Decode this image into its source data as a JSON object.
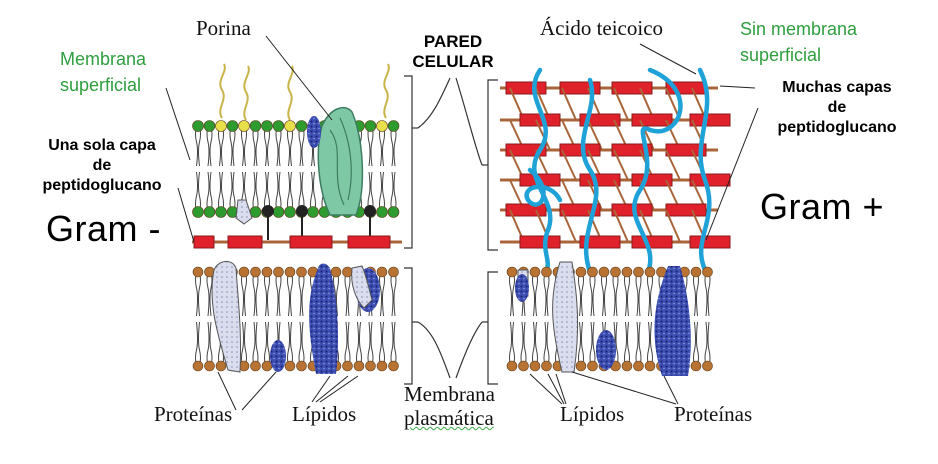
{
  "labels": {
    "porina": "Porina",
    "acido_teicoico": "Ácido teicoico",
    "pared_celular": [
      "PARED",
      "CELULAR"
    ],
    "membrana_superficial": [
      "Membrana",
      "superficial"
    ],
    "sin_membrana_superficial": [
      "Sin membrana",
      "superficial"
    ],
    "una_sola_capa": [
      "Una sola capa",
      "de",
      "peptidoglucano"
    ],
    "muchas_capas": [
      "Muchas capas",
      "de",
      "peptidoglucano"
    ],
    "gram_neg": "Gram -",
    "gram_pos": "Gram +",
    "proteinas_left": "Proteínas",
    "lipidos_left": "Lípidos",
    "membrana_plasmatica": [
      "Membrana",
      "plasmática"
    ],
    "lipidos_right": "Lípidos",
    "proteinas_right": "Proteínas"
  },
  "colors": {
    "label_green": "#2e9e3e",
    "peptidoglycan_red": "#e0202a",
    "peptidoglycan_bar": "#a9653a",
    "lipid_head": "#b87333",
    "outer_membrane_head": "#2e9b2e",
    "lps_head": "#e8e04a",
    "teichoic_acid": "#1fa2d8",
    "protein_blue": "#27368f",
    "porin_green": "#7fc8a6"
  },
  "icons": [
    "bracket-icon",
    "pointer-line-icon"
  ]
}
